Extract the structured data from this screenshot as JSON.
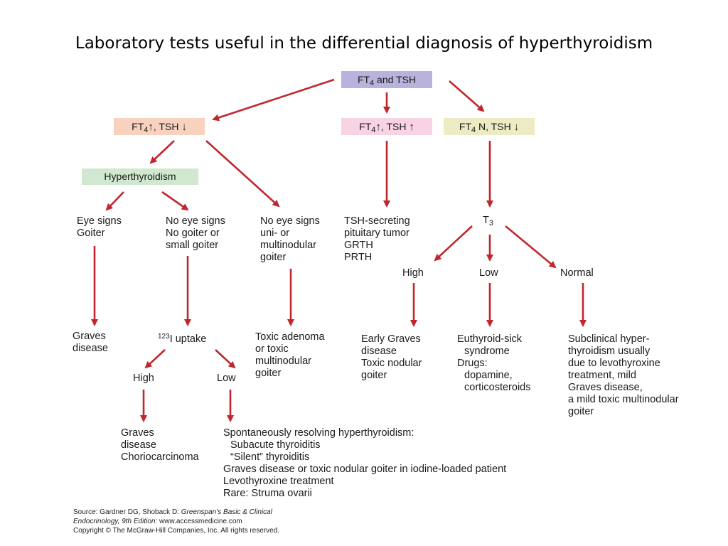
{
  "title": "Laboratory tests useful in the differential diagnosis of hyperthyroidism",
  "boxes": {
    "top": {
      "ft4": "FT",
      "sub": "4",
      "rest": " and TSH"
    },
    "left": {
      "ft4": "FT",
      "sub": "4",
      "a1": "↑",
      "mid": ", TSH ",
      "a2": "↓"
    },
    "center": {
      "ft4": "FT",
      "sub": "4",
      "a1": "↑",
      "mid": ", TSH ",
      "a2": "↑"
    },
    "right": {
      "ft4": "FT",
      "sub": "4",
      "mid": " N, TSH ",
      "a2": "↓"
    },
    "hyperthyroidism": "Hyperthyroidism"
  },
  "nodes": {
    "eye_signs": [
      "Eye signs",
      "Goiter"
    ],
    "no_eye_small": [
      "No eye signs",
      "No goiter or",
      "small goiter"
    ],
    "no_eye_multi": [
      "No eye signs",
      "uni- or",
      "multinodular",
      "goiter"
    ],
    "tsh_secreting": [
      "TSH-secreting",
      "pituitary tumor",
      "GRTH",
      "PRTH"
    ],
    "t3": {
      "t": "T",
      "sub": "3"
    },
    "t3_high": "High",
    "t3_low": "Low",
    "t3_normal": "Normal",
    "graves_1": [
      "Graves",
      "disease"
    ],
    "uptake": {
      "sup": "123",
      "rest": "I uptake"
    },
    "toxic_adenoma": [
      "Toxic adenoma",
      "or toxic",
      "multinodular",
      "goiter"
    ],
    "early_graves": [
      "Early Graves",
      "disease",
      "Toxic nodular",
      "goiter"
    ],
    "euthyroid": [
      "Euthyroid-sick",
      "syndrome",
      "Drugs:",
      "dopamine,",
      "corticosteroids"
    ],
    "subclinical": [
      "Subclinical hyper-",
      "thyroidism usually",
      "due to levothyroxine",
      "treatment, mild",
      "Graves disease,",
      "a mild toxic multinodular",
      "goiter"
    ],
    "uptake_high": "High",
    "uptake_low": "Low",
    "graves_chorio": [
      "Graves",
      "disease",
      "Choriocarcinoma"
    ],
    "spontaneous": [
      "Spontaneously resolving hyperthyroidism:",
      "Subacute thyroiditis",
      "“Silent” thyroiditis",
      "Graves disease or toxic nodular goiter in iodine-loaded patient",
      "Levothyroxine treatment",
      "Rare: Struma ovarii"
    ]
  },
  "source": {
    "line1_prefix": "Source: Gardner DG, Shoback D: ",
    "line1_italic": "Greenspan’s Basic & Clinical",
    "line2_italic": "Endocrinology, 9th Edition:",
    "line2_rest": " www.accessmedicine.com",
    "line3": "Copyright © The McGraw-Hill Companies, Inc. All rights reserved."
  },
  "colors": {
    "arrow": "#c0272d",
    "top_box": "#b7b3dc",
    "left_box": "#f8d2be",
    "center_box": "#f8d3e3",
    "right_box": "#ecebc3",
    "hyper_box": "#cfe8cf"
  }
}
